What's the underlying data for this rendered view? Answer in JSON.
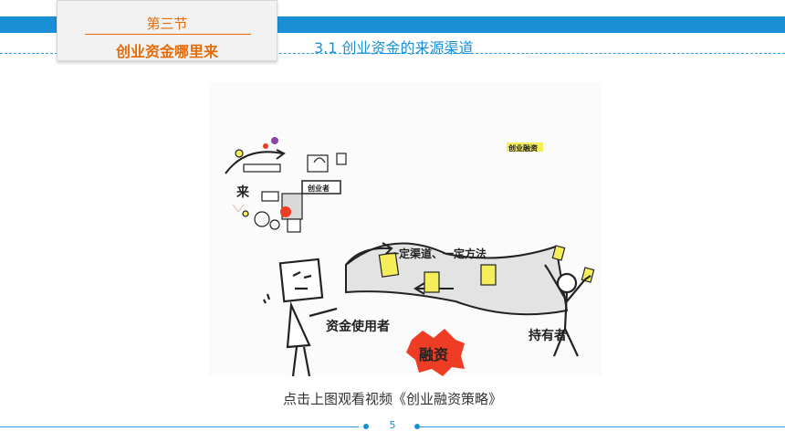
{
  "header": {
    "section_number": "第三节",
    "section_title": "创业资金哪里来",
    "subtitle": "3.1  创业资金的来源渠道"
  },
  "video": {
    "labels": {
      "channel_method": "一定渠道、一定方法",
      "user": "资金使用者",
      "holder": "持有者",
      "financing": "融资",
      "founder": "创业者",
      "topic": "创业融资",
      "come": "来"
    }
  },
  "caption": "点击上图观看视频《创业融资策略》",
  "footer": {
    "page_number": "5"
  },
  "colors": {
    "accent_blue": "#1a8fd6",
    "accent_orange": "#e46c0a",
    "highlight_yellow": "#f5ee5a",
    "financing_red": "#ee3d24"
  }
}
